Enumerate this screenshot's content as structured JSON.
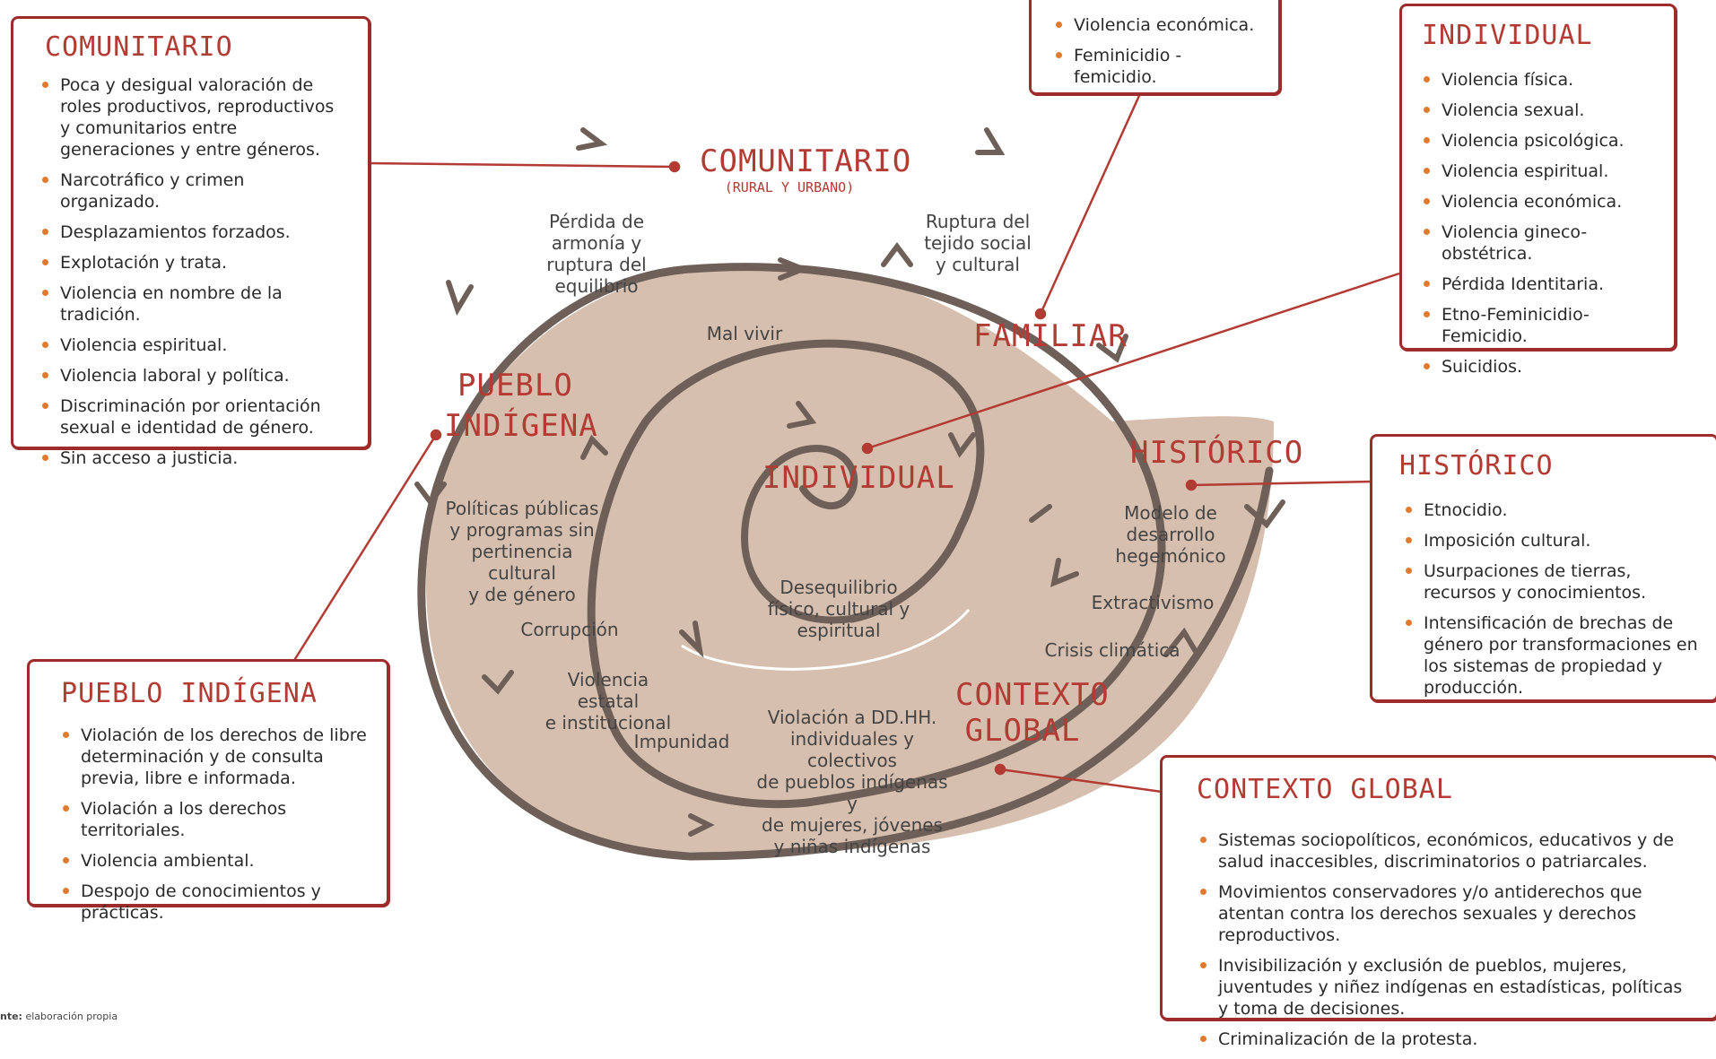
{
  "boxes": {
    "comunitario": {
      "title": "Comunitario",
      "items": [
        "Poca y desigual valoración de roles productivos, reproductivos y comunitarios entre generaciones y entre géneros.",
        "Narcotráfico y crimen organizado.",
        "Desplazamientos forzados.",
        "Explotación y trata.",
        "Violencia en nombre de la tradición.",
        "Violencia espiritual.",
        "Violencia laboral y política.",
        "Discriminación por orientación sexual e identidad de género.",
        "Sin acceso a justicia."
      ]
    },
    "familiar": {
      "items": [
        "Violencia económica.",
        "Feminicidio - femicidio."
      ]
    },
    "individual": {
      "title": "Individual",
      "items": [
        "Violencia física.",
        "Violencia sexual.",
        "Violencia psicológica.",
        "Violencia espiritual.",
        "Violencia económica.",
        "Violencia gineco-obstétrica.",
        "Pérdida Identitaria.",
        "Etno-Feminicidio-Femicidio.",
        "Suicidios."
      ]
    },
    "historico": {
      "title": "Histórico",
      "items": [
        "Etnocidio.",
        "Imposición cultural.",
        "Usurpaciones de tierras, recursos y conocimientos.",
        "Intensificación de brechas de género por transformaciones en los sistemas de propiedad y producción."
      ]
    },
    "pueblo": {
      "title": "Pueblo indígena",
      "items": [
        "Violación de los derechos de libre determinación y de consulta previa, libre e informada.",
        "Violación a los derechos territoriales.",
        "Violencia ambiental.",
        "Despojo de conocimientos y prácticas."
      ]
    },
    "global": {
      "title": "Contexto global",
      "items": [
        "Sistemas sociopolíticos, económicos, educativos y de salud inaccesibles, discriminatorios o patriarcales.",
        "Movimientos conservadores y/o antiderechos que atentan contra los derechos sexuales y derechos reproductivos.",
        "Invisibilización y exclusión de pueblos, mujeres, juventudes y niñez indígenas en estadísticas, políticas y toma de decisiones.",
        "Criminalización de la protesta."
      ]
    }
  },
  "spiral": {
    "comunitario": "COMUNITARIO",
    "comunitario_sub": "(RURAL Y URBANO)",
    "familiar": "FAMILIAR",
    "pueblo_line1": "PUEBLO",
    "pueblo_line2": "INDÍGENA",
    "individual": "INDIVIDUAL",
    "historico": "HISTÓRICO",
    "contexto_line1": "CONTEXTO",
    "contexto_line2": "GLOBAL",
    "labels": {
      "perdida": "Pérdida de\narmonía y\nruptura del\nequilibrio",
      "ruptura": "Ruptura del\ntejido social\ny cultural",
      "mal_vivir": "Mal vivir",
      "politicas": "Políticas públicas\ny programas sin\npertinencia cultural\ny de género",
      "desequilibrio": "Desequilibrio\nfísico, cultural y\nespiritual",
      "modelo": "Modelo de\ndesarrollo\nhegemónico",
      "extractivismo": "Extractivismo",
      "crisis": "Crisis climática",
      "corrupcion": "Corrupción",
      "violencia_estatal": "Violencia estatal\ne institucional",
      "impunidad": "Impunidad",
      "violacion": "Violación a DD.HH.\nindividuales y colectivos\nde pueblos indígenas y\nde mujeres, jóvenes\ny niñas indígenas"
    }
  },
  "source": {
    "bold": "nte:",
    "text": " elaboración propia"
  },
  "colors": {
    "accent": "#b23b33",
    "border": "#9f2c2c",
    "spiral_fill": "#d6bfae",
    "spiral_line": "#6e6058",
    "bullet": "#e07a2e"
  }
}
